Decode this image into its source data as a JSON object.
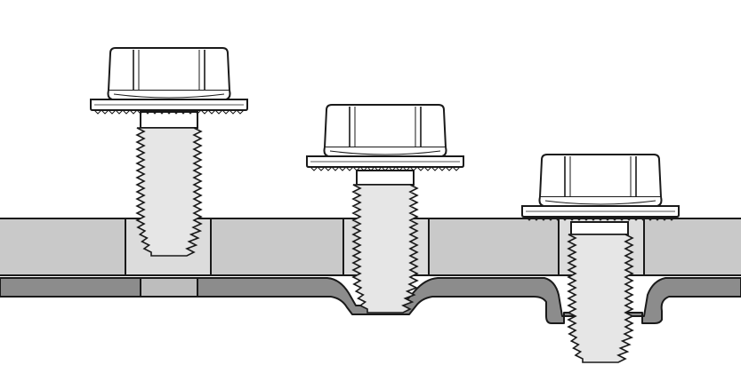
{
  "diagram": {
    "description_visible_text": "",
    "stages": [
      {
        "id": "stage-1",
        "state": "screw-inserted-into-hole"
      },
      {
        "id": "stage-2",
        "state": "screw-forming-lower-sheet"
      },
      {
        "id": "stage-3",
        "state": "screw-fully-seated"
      }
    ]
  },
  "colors": {
    "outline": "#1a1a1a",
    "top_plate": "#c9c9c9",
    "bottom_plate": "#8c8c8c",
    "hole_fill": "#dcdcdc",
    "screw_fill": "#ffffff",
    "thread_fill": "#e6e6e6",
    "background": "#ffffff"
  }
}
